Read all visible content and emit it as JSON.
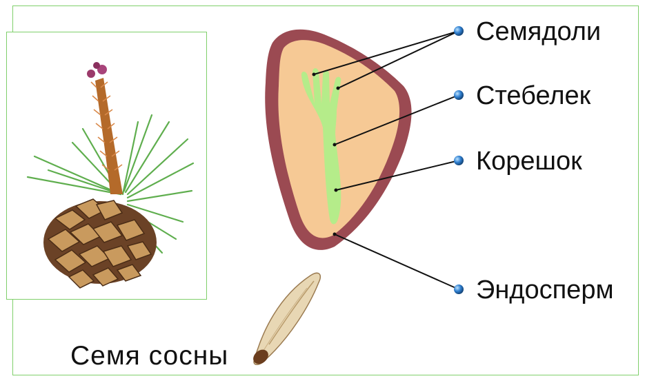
{
  "labels": {
    "cotyledons": "Семядоли",
    "stem": "Стебелек",
    "root": "Корешок",
    "endosperm": "Эндосперм"
  },
  "caption": "Семя сосны",
  "colors": {
    "frame_border": "#7fcf6a",
    "seed_coat": "#9b4a52",
    "endosperm": "#f6c995",
    "embryo": "#b5ec8a",
    "marker_dot": "#2f7fd0",
    "leader_line": "#111111"
  },
  "icons": [
    "pine-branch-with-cone-illustration",
    "pine-seed-illustration"
  ]
}
